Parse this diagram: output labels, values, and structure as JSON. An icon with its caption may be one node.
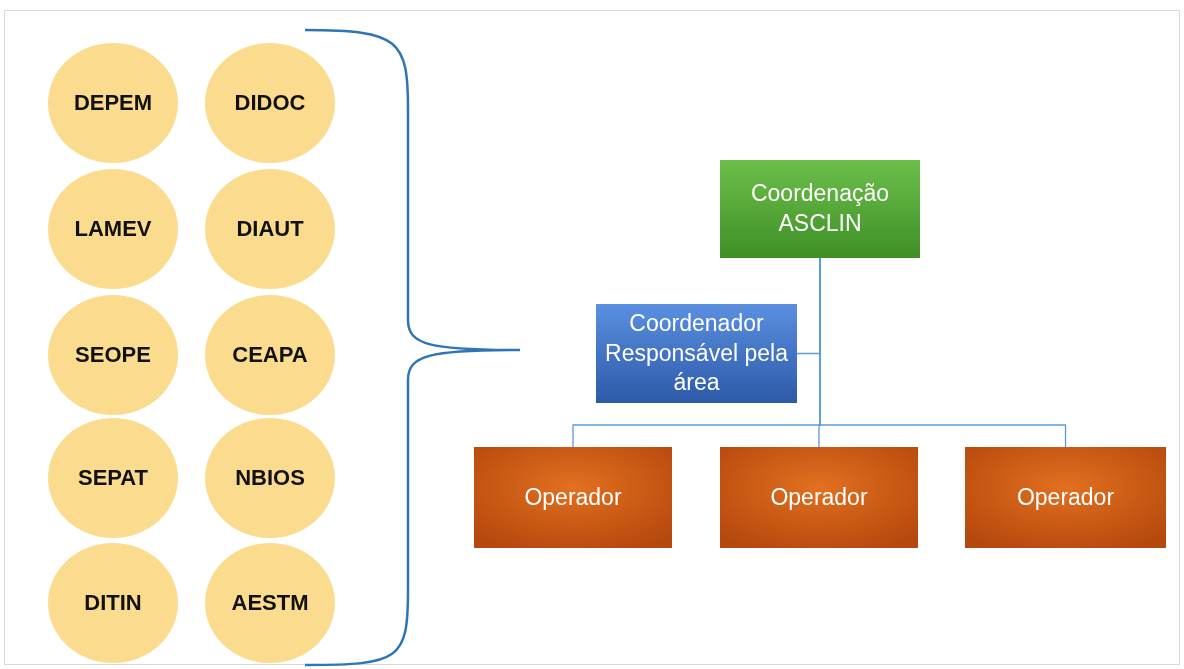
{
  "diagram": {
    "nodes": [
      {
        "text": [
          "DEPEM"
        ]
      },
      {
        "text": [
          "DIDOC"
        ]
      },
      {
        "text": [
          "LAMEV"
        ]
      },
      {
        "text": [
          "DIAUT"
        ]
      },
      {
        "text": [
          "SEOPE"
        ]
      },
      {
        "text": [
          "CEAPA"
        ]
      },
      {
        "text": [
          "SEPAT"
        ]
      },
      {
        "text": [
          "NBIOS"
        ]
      },
      {
        "text": [
          "DITIN"
        ]
      },
      {
        "text": [
          "AESTM"
        ]
      },
      {
        "text": [
          "Coordenação ASCLIN"
        ]
      },
      {
        "text": [
          "Coordenador Responsável pela área"
        ]
      },
      {
        "text": [
          "Operador"
        ]
      },
      {
        "text": [
          "Operador"
        ]
      },
      {
        "text": [
          "Operador"
        ]
      }
    ],
    "edges": [
      {
        "from": 10,
        "to": 11,
        "arrow": "none"
      },
      {
        "from": 10,
        "to": 12,
        "arrow": "none"
      },
      {
        "from": 10,
        "to": 13,
        "arrow": "none"
      },
      {
        "from": 10,
        "to": 14,
        "arrow": "none"
      }
    ]
  }
}
